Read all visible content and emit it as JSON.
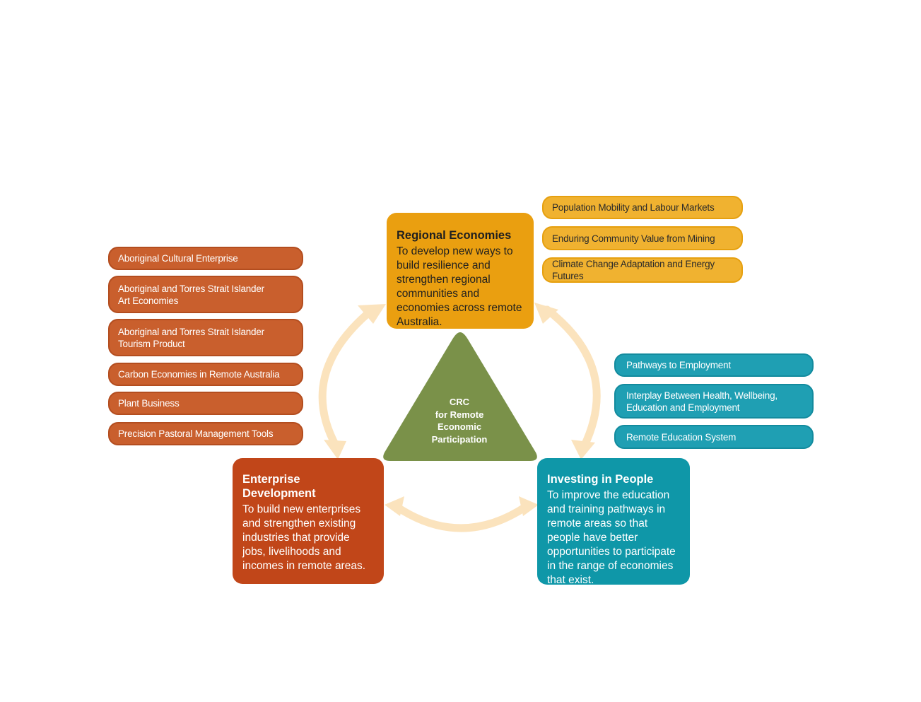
{
  "center": {
    "label": "CRC\nfor Remote\nEconomic\nParticipation"
  },
  "hubs": {
    "regional": {
      "title": "Regional Economies",
      "description": "To develop new ways to build resilience and strengthen regional communities and economies across remote Australia."
    },
    "enterprise": {
      "title": "Enterprise Development",
      "description": "To build new enterprises and strengthen existing industries that provide jobs, livelihoods and incomes in remote areas."
    },
    "people": {
      "title": "Investing in People",
      "description": "To improve the education and training pathways in remote areas so that people have better opportunities to participate in the range of economies that exist."
    }
  },
  "projects": {
    "enterprise": [
      "Aboriginal Cultural Enterprise",
      "Aboriginal and Torres Strait Islander\nArt Economies",
      "Aboriginal and Torres Strait Islander\nTourism Product",
      "Carbon Economies in Remote Australia",
      "Plant Business",
      "Precision Pastoral Management Tools"
    ],
    "regional": [
      "Population Mobility and Labour Markets",
      "Enduring Community Value from Mining",
      "Climate Change Adaptation and Energy Futures"
    ],
    "people": [
      "Pathways to Employment",
      "Interplay Between Health, Wellbeing,\nEducation and Employment",
      "Remote Education System"
    ]
  },
  "colors": {
    "enterprise": "#c14619",
    "regional": "#ea9f10",
    "people": "#0f97a8",
    "center": "#7a9149",
    "cycle_arrows": "#fbe3bd"
  }
}
